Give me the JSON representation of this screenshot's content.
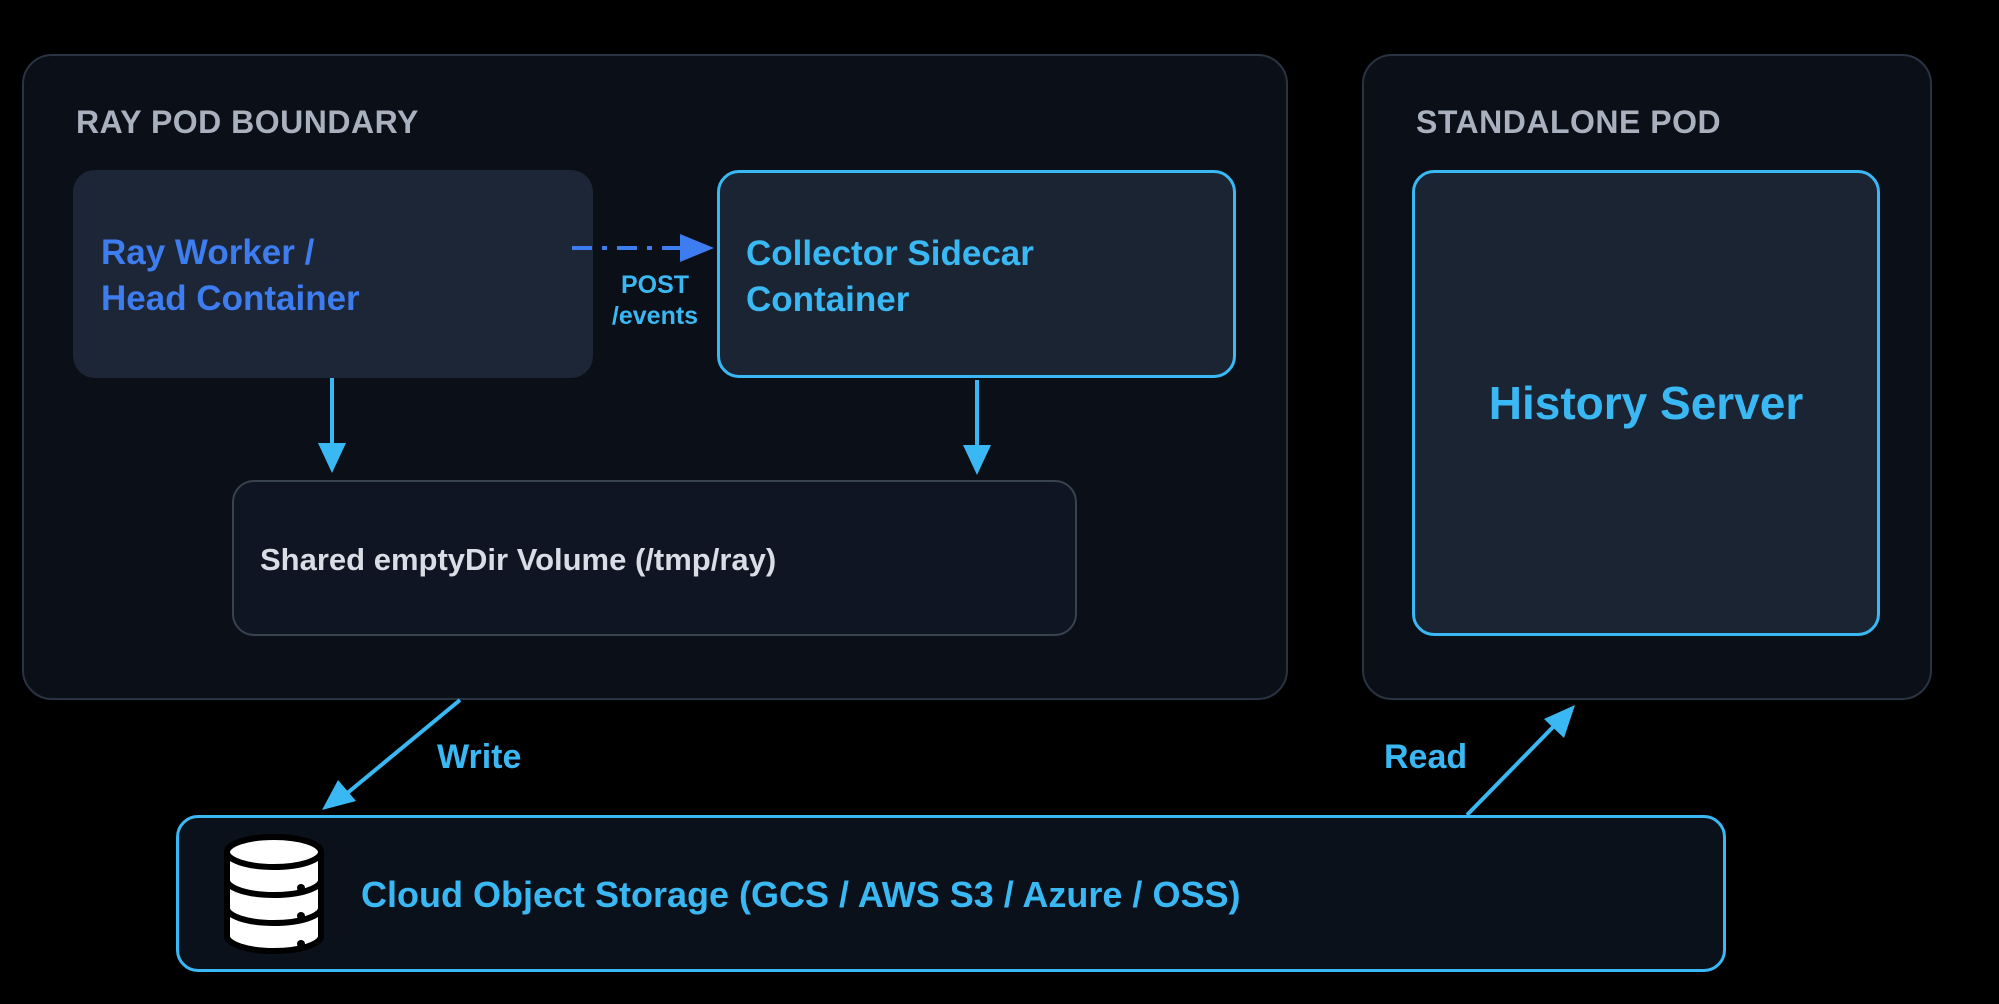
{
  "colors": {
    "background": "#000000",
    "pod_fill": "#0b0f17",
    "pod_border": "#2a3342",
    "accent_cyan": "#3ab8f3",
    "worker_blue": "#3e7df0",
    "volume_text": "#d9dee6",
    "label_gray": "#a9b1bf"
  },
  "ray_pod": {
    "label": "RAY POD BOUNDARY",
    "worker": {
      "line1": "Ray Worker /",
      "line2": "Head Container"
    },
    "post_label": {
      "line1": "POST",
      "line2": "/events"
    },
    "collector": {
      "line1": "Collector Sidecar",
      "line2": "Container"
    },
    "volume": {
      "label": "Shared emptyDir Volume (/tmp/ray)"
    }
  },
  "standalone_pod": {
    "label": "STANDALONE POD",
    "history_server": "History Server"
  },
  "flows": {
    "write": "Write",
    "read": "Read"
  },
  "storage": {
    "label": "Cloud Object Storage (GCS / AWS S3 / Azure / OSS)",
    "icon": "database-icon"
  }
}
